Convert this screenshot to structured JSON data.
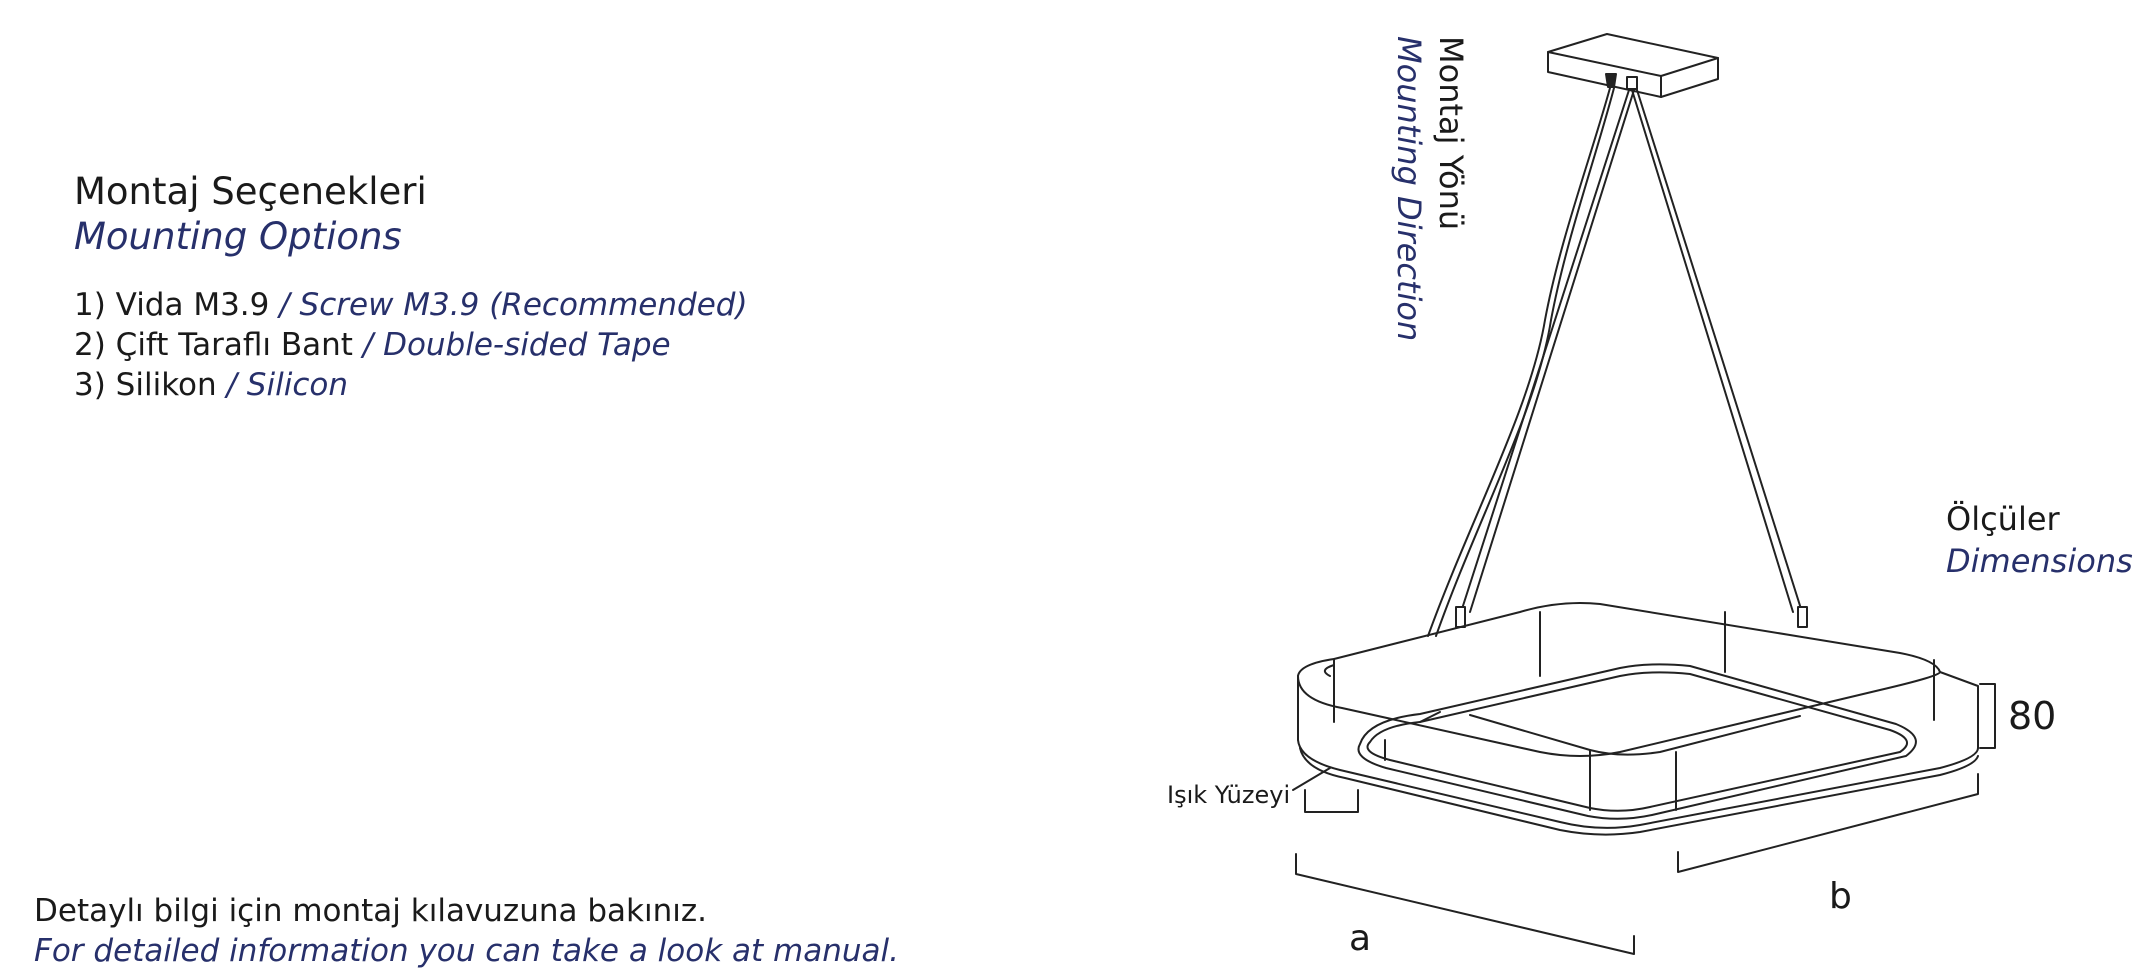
{
  "mounting": {
    "title_tr": "Montaj Seçenekleri",
    "title_en": "Mounting Options",
    "options": [
      {
        "tr": "1) Vida M3.9",
        "en": " / Screw M3.9 (Recommended)"
      },
      {
        "tr": "2) Çift Taraflı Bant",
        "en": " / Double-sided Tape"
      },
      {
        "tr": "3) Silikon",
        "en": " / Silicon"
      }
    ]
  },
  "footer": {
    "tr": "Detaylı bilgi için montaj kılavuzuna bakınız.",
    "en": "For detailed information you can take a look at manual."
  },
  "direction": {
    "tr": "Montaj Yönü",
    "en": "Mounting Direction"
  },
  "dimensions": {
    "title_tr": "Ölçüler",
    "title_en": "Dimensions",
    "height_label": "80",
    "width_label": "a",
    "depth_label": "b"
  },
  "light_surface_label": "Işık Yüzeyi",
  "colors": {
    "text": "#1a1a1a",
    "accent": "#27306b",
    "line": "#222222"
  }
}
